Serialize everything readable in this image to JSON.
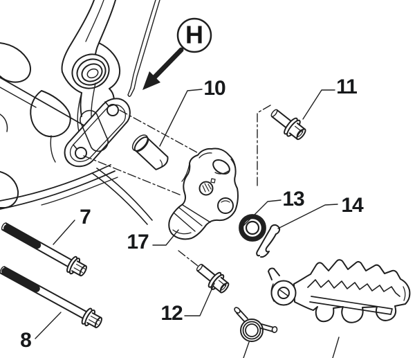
{
  "view_label": {
    "letter": "H"
  },
  "callouts": {
    "c7": "7",
    "c8": "8",
    "c10": "10",
    "c11": "11",
    "c12": "12",
    "c13": "13",
    "c14": "14",
    "c17": "17"
  },
  "colors": {
    "line": "#1f1f1f",
    "background": "#ffffff",
    "label_text": "#17191b"
  }
}
